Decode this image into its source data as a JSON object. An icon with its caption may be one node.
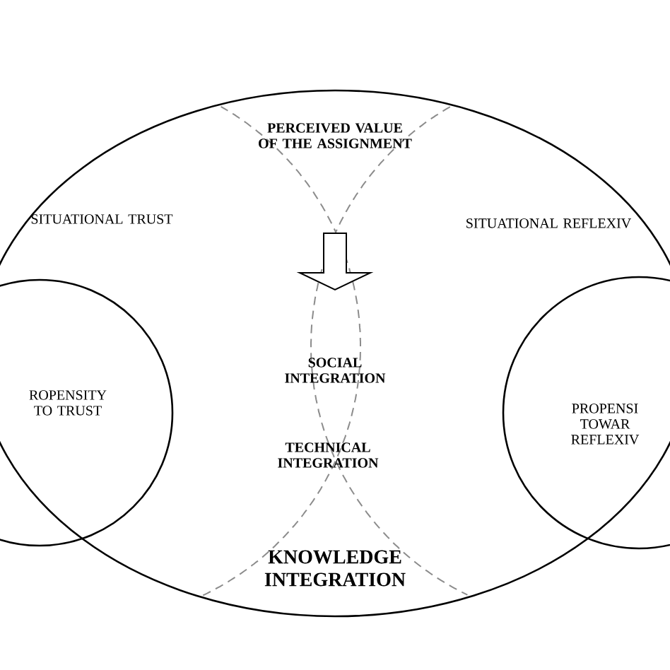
{
  "diagram": {
    "nodes": [
      {
        "text": [
          "PERCEIVED VALUE OF THE ASSIGNMENT",
          "KNOWLEDGE INTEGRATION"
        ]
      },
      {
        "text": [
          "ROPENSITY TO TRUST"
        ]
      },
      {
        "text": [
          "PROPENSI TOWAR REFLEXIV"
        ]
      }
    ],
    "edges": [],
    "labels": [
      "SITUATIONAL TRUST",
      "SITUATIONAL REFLEXIV",
      "SOCIAL INTEGRATION",
      "TECHNICAL INTEGRATION"
    ]
  }
}
